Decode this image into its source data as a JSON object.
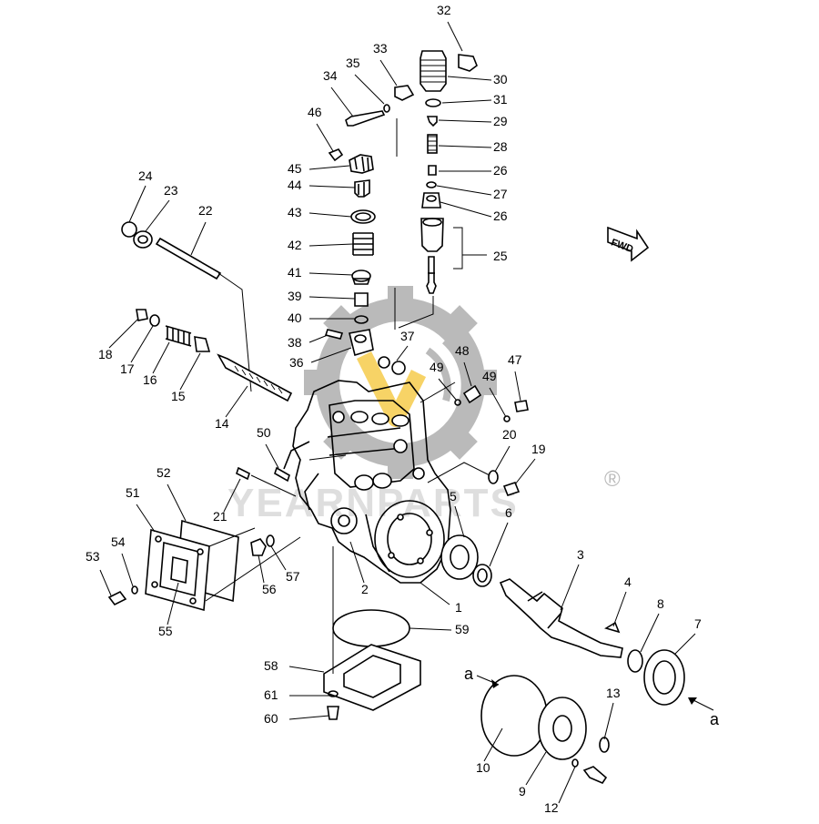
{
  "diagram": {
    "fwd_label": "FWD",
    "callouts": [
      "1",
      "2",
      "3",
      "4",
      "5",
      "6",
      "7",
      "8",
      "9",
      "10",
      "12",
      "13",
      "14",
      "15",
      "16",
      "17",
      "18",
      "19",
      "20",
      "21",
      "22",
      "23",
      "24",
      "25",
      "26",
      "27",
      "28",
      "29",
      "30",
      "31",
      "32",
      "33",
      "34",
      "35",
      "36",
      "37",
      "38",
      "39",
      "40",
      "41",
      "42",
      "43",
      "44",
      "45",
      "46",
      "47",
      "48",
      "49",
      "50",
      "51",
      "52",
      "53",
      "54",
      "55",
      "56",
      "57",
      "58",
      "59",
      "60",
      "61"
    ],
    "view_marker": "a"
  },
  "watermark": {
    "brand_text": "YEARNPARTS",
    "registered_mark": "®",
    "colors": {
      "gear": "#8c8c8c",
      "logo_accent": "#f2b600",
      "brand_text": "#9a9a9a"
    }
  }
}
